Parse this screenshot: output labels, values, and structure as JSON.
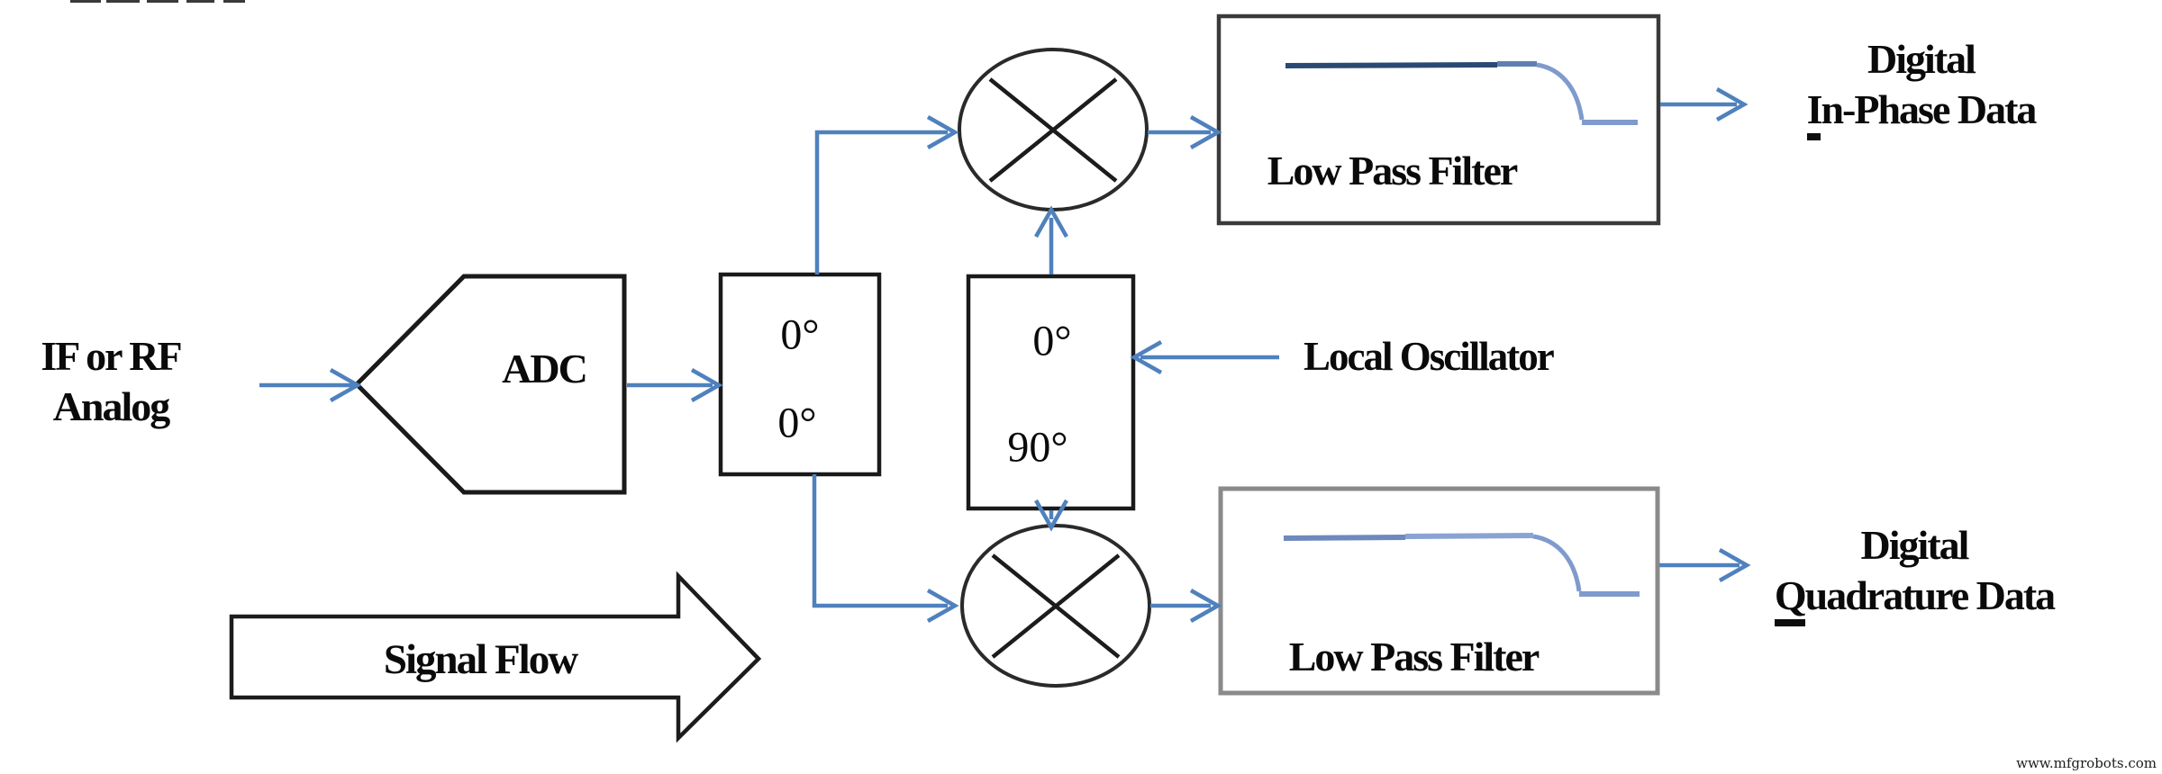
{
  "diagram": {
    "input_label": {
      "line1": "IF or RF",
      "line2": "Analog"
    },
    "adc": {
      "label": "ADC"
    },
    "sampler_box": {
      "top_value": "0°",
      "bottom_value": "0°"
    },
    "phase_box": {
      "top_value": "0°",
      "bottom_value": "90°"
    },
    "local_oscillator": {
      "label": "Local Oscillator"
    },
    "lpf_top": {
      "label": "Low Pass Filter"
    },
    "lpf_bottom": {
      "label": "Low Pass Filter"
    },
    "output_inphase": {
      "line1": "Digital",
      "line2_underlined": "I",
      "line2_rest": "n-Phase Data"
    },
    "output_quadrature": {
      "line1": "Digital",
      "line2_underlined": "Q",
      "line2_rest": "uadrature Data"
    },
    "signal_flow": {
      "label": "Signal Flow"
    },
    "watermark": "www.mfgrobots.com",
    "colors": {
      "connector_blue": "#4f81bd",
      "curve_dark_navy": "#2a4a73",
      "curve_light_blue": "#7f9bcd",
      "box_border_black": "#1a1a1a",
      "lpf_bottom_border_gray": "#8a8a8a"
    }
  }
}
